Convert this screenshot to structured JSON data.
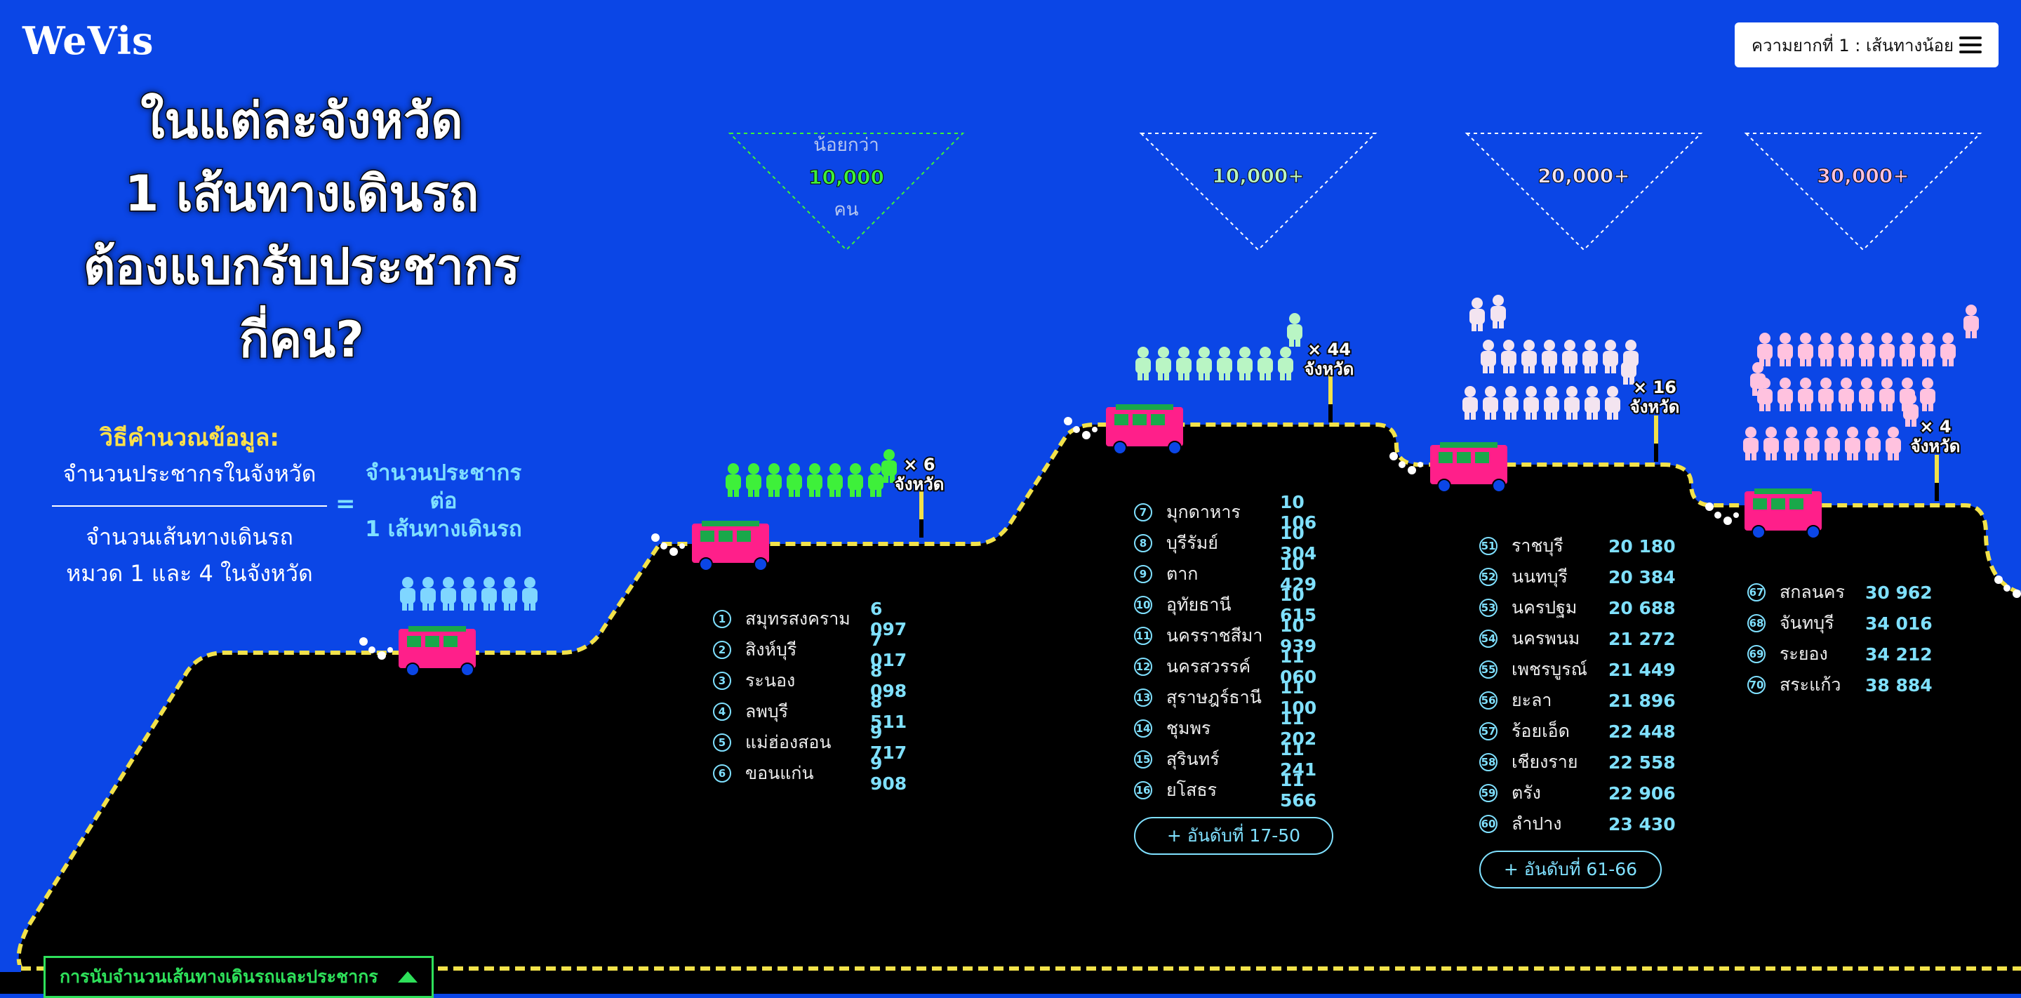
{
  "brand": {
    "logo": "WeVis"
  },
  "header": {
    "difficulty_label": "ความยากที่ 1 : เส้นทางน้อย",
    "menu_icon": "hamburger-icon"
  },
  "headline": [
    "ในแต่ละจังหวัด",
    "1 เส้นทางเดินรถ",
    "ต้องแบกรับประชากร",
    "กี่คน?"
  ],
  "method": {
    "title": "วิธีคำนวณข้อมูล:",
    "numerator": "จำนวนประชากรในจังหวัด",
    "denominator_1": "จำนวนเส้นทางเดินรถ",
    "denominator_2": "หมวด 1 และ 4 ในจังหวัด",
    "equals": "=",
    "result": [
      "จำนวนประชากร",
      "ต่อ",
      "1 เส้นทางเดินรถ"
    ]
  },
  "tiers": [
    {
      "label_top": "น้อยกว่า",
      "label_main": "10,000",
      "label_bottom": "คน",
      "color": "#3ef03a",
      "badge_x": "× 6",
      "badge_unit": "จังหวัด"
    },
    {
      "label_top": "",
      "label_main": "10,000+",
      "label_bottom": "",
      "color": "#b9f5c4",
      "badge_x": "× 44",
      "badge_unit": "จังหวัด"
    },
    {
      "label_top": "",
      "label_main": "20,000+",
      "label_bottom": "",
      "color": "#f3e4f0",
      "badge_x": "× 16",
      "badge_unit": "จังหวัด"
    },
    {
      "label_top": "",
      "label_main": "30,000+",
      "label_bottom": "",
      "color": "#ffc2df",
      "badge_x": "× 4",
      "badge_unit": "จังหวัด"
    }
  ],
  "lists": [
    {
      "rows": [
        {
          "rank": "1",
          "name": "สมุทรสงคราม",
          "value": "6 097"
        },
        {
          "rank": "2",
          "name": "สิงห์บุรี",
          "value": "7 017"
        },
        {
          "rank": "3",
          "name": "ระนอง",
          "value": "8 098"
        },
        {
          "rank": "4",
          "name": "ลพบุรี",
          "value": "8 511"
        },
        {
          "rank": "5",
          "name": "แม่ฮ่องสอน",
          "value": "9 717"
        },
        {
          "rank": "6",
          "name": "ขอนแก่น",
          "value": "9 908"
        }
      ],
      "more": ""
    },
    {
      "rows": [
        {
          "rank": "7",
          "name": "มุกดาหาร",
          "value": "10 106"
        },
        {
          "rank": "8",
          "name": "บุรีรัมย์",
          "value": "10 304"
        },
        {
          "rank": "9",
          "name": "ตาก",
          "value": "10 429"
        },
        {
          "rank": "10",
          "name": "อุทัยธานี",
          "value": "10 615"
        },
        {
          "rank": "11",
          "name": "นครราชสีมา",
          "value": "10 939"
        },
        {
          "rank": "12",
          "name": "นครสวรรค์",
          "value": "11 060"
        },
        {
          "rank": "13",
          "name": "สุราษฎร์ธานี",
          "value": "11 100"
        },
        {
          "rank": "14",
          "name": "ชุมพร",
          "value": "11 202"
        },
        {
          "rank": "15",
          "name": "สุรินทร์",
          "value": "11 241"
        },
        {
          "rank": "16",
          "name": "ยโสธร",
          "value": "11 566"
        }
      ],
      "more": "+ อันดับที่ 17-50"
    },
    {
      "rows": [
        {
          "rank": "51",
          "name": "ราชบุรี",
          "value": "20 180"
        },
        {
          "rank": "52",
          "name": "นนทบุรี",
          "value": "20 384"
        },
        {
          "rank": "53",
          "name": "นครปฐม",
          "value": "20 688"
        },
        {
          "rank": "54",
          "name": "นครพนม",
          "value": "21 272"
        },
        {
          "rank": "55",
          "name": "เพชรบูรณ์",
          "value": "21 449"
        },
        {
          "rank": "56",
          "name": "ยะลา",
          "value": "21 896"
        },
        {
          "rank": "57",
          "name": "ร้อยเอ็ด",
          "value": "22 448"
        },
        {
          "rank": "58",
          "name": "เชียงราย",
          "value": "22 558"
        },
        {
          "rank": "59",
          "name": "ตรัง",
          "value": "22 906"
        },
        {
          "rank": "60",
          "name": "ลำปาง",
          "value": "23 430"
        }
      ],
      "more": "+ อันดับที่ 61-66"
    },
    {
      "rows": [
        {
          "rank": "67",
          "name": "สกลนคร",
          "value": "30 962"
        },
        {
          "rank": "68",
          "name": "จันทบุรี",
          "value": "34 016"
        },
        {
          "rank": "69",
          "name": "ระยอง",
          "value": "34 212"
        },
        {
          "rank": "70",
          "name": "สระแก้ว",
          "value": "38 884"
        }
      ],
      "more": ""
    }
  ],
  "bottom_tab": {
    "label": "การนับจำนวนเส้นทางเดินรถและประชากร"
  },
  "colors": {
    "background": "#0b46e6",
    "road": "#000000",
    "road_edge": "#f2e24a",
    "bus": "#ff1f8a",
    "bus_window": "#19a84a",
    "accent": "#7fe0ff"
  }
}
